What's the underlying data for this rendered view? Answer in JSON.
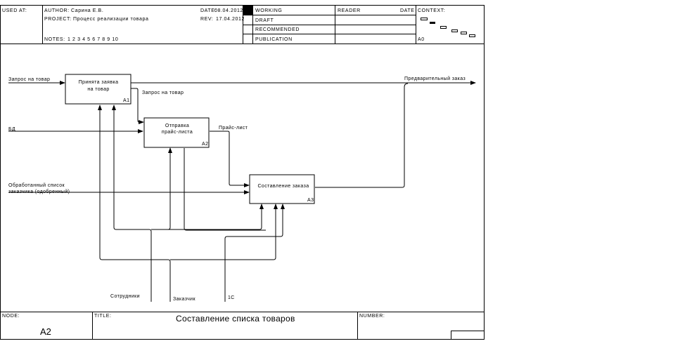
{
  "header": {
    "used_at_label": "USED AT:",
    "author_label": "AUTHOR:",
    "author_value": "Сарина Е.В.",
    "project_label": "PROJECT:",
    "project_value": "Процесс реализации товара",
    "notes_label": "NOTES:",
    "notes_numbers": "1  2  3  4  5  6  7  8  9  10",
    "date_label": "DATE:",
    "date_value": "08.04.2012",
    "rev_label": "REV:",
    "rev_value": "17.04.2012",
    "status": [
      "WORKING",
      "DRAFT",
      "RECOMMENDED",
      "PUBLICATION"
    ],
    "reader_label": "READER",
    "reader_date_label": "DATE",
    "context_label": "CONTEXT:",
    "context_node": "A0"
  },
  "boxes": [
    {
      "label_line1": "Принята заявка",
      "label_line2": "на товар",
      "number": "A1"
    },
    {
      "label_line1": "Отправка",
      "label_line2": "прайс-листа",
      "number": "A2"
    },
    {
      "label_line1": "Составление заказа",
      "label_line2": "",
      "number": "A3"
    }
  ],
  "arrows": {
    "input_request": "Запрос на товар",
    "input_db": "БД",
    "input_processed_line1": "Обработанный список",
    "input_processed_line2": "заказчика (одобренный)",
    "inner_request": "Запрос на товар",
    "price_list": "Прайс-лист",
    "output_preliminary": "Предварительный заказ",
    "mech_staff": "Сотрудники",
    "mech_customer": "Заказчик",
    "mech_1c": "1С"
  },
  "footer": {
    "node_label": "NODE:",
    "node_value": "A2",
    "title_label": "TITLE:",
    "title_value": "Составление списка  товаров",
    "number_label": "NUMBER:"
  }
}
